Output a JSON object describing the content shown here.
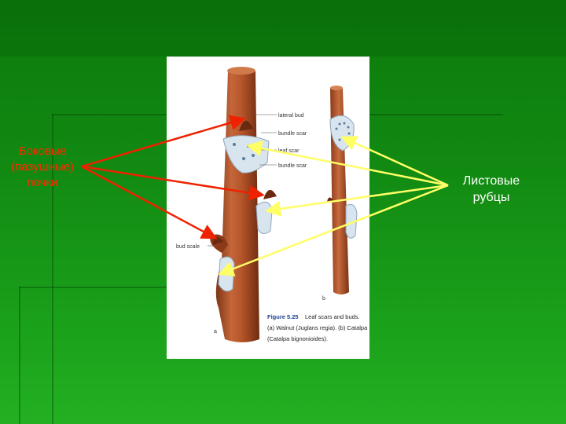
{
  "labels": {
    "lateral_buds": "Боковые (пазушные) почки",
    "leaf_scars": "Листовые рубцы"
  },
  "figure": {
    "callouts": {
      "lateral_bud": "lateral bud",
      "bundle_scar_top": "bundle scar",
      "leaf_scar": "leaf scar",
      "bundle_scar": "bundle scar",
      "bud_scale": "bud scale"
    },
    "panel_a": "a",
    "panel_b": "b",
    "caption_title": "Figure 5.25",
    "caption_line1": "Leaf scars and buds.",
    "caption_line2": "(a) Walnut (Juglans regia). (b) Catalpa",
    "caption_line3": "(Catalpa bignonioides)."
  },
  "colors": {
    "background": "#128a12",
    "arrow_red": "#ee2200",
    "arrow_yellow": "#ffff66",
    "twig": "#b5542a",
    "scar": "#d8e4ee"
  }
}
